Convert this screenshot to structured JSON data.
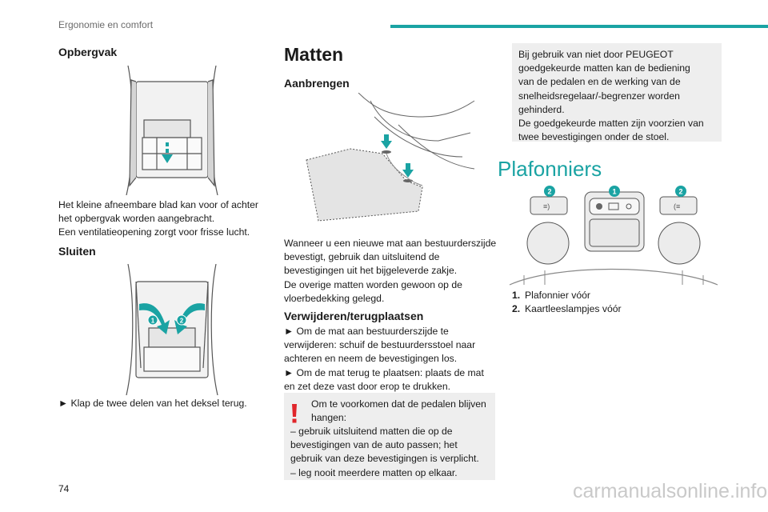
{
  "header": {
    "section": "Ergonomie en comfort",
    "accent": "#1aa3a3"
  },
  "col1": {
    "opbergvak_title": "Opbergvak",
    "opbergvak_text": [
      "Het kleine afneembare blad kan voor of achter",
      "het opbergvak worden aangebracht.",
      "Een ventilatieopening zorgt voor frisse lucht."
    ],
    "sluiten_title": "Sluiten",
    "sluiten_step": "► Klap de twee delen van het deksel terug.",
    "fig_labels": [
      "1",
      "2"
    ]
  },
  "col2": {
    "matten_title": "Matten",
    "aanbrengen_title": "Aanbrengen",
    "aanbrengen_text": [
      "Wanneer u een nieuwe mat aan bestuurderszijde",
      "bevestigt, gebruik dan uitsluitend de",
      "bevestigingen uit het bijgeleverde zakje.",
      "De overige matten worden gewoon op de",
      "vloerbedekking gelegd."
    ],
    "verwijderen_title": "Verwijderen/terugplaatsen",
    "verwijderen_text": [
      "► Om de mat aan bestuurderszijde te",
      "verwijderen: schuif de bestuurdersstoel naar",
      "achteren en neem de bevestigingen los.",
      "► Om de mat terug te plaatsen: plaats de mat",
      "en zet deze vast door erop te drukken."
    ],
    "warning_text": [
      "Om te voorkomen dat de pedalen blijven",
      "hangen:",
      "– gebruik uitsluitend matten die op de",
      "bevestigingen van de auto passen; het",
      "gebruik van deze bevestigingen is verplicht.",
      "– leg nooit meerdere matten op elkaar."
    ],
    "warning_icon": "exclamation-icon",
    "warning_color": "#e0252a"
  },
  "col3": {
    "note_text": [
      "Bij gebruik van niet door PEUGEOT",
      "goedgekeurde matten kan de bediening",
      "van de pedalen en de werking van de",
      "snelheidsregelaar/-begrenzer worden",
      "gehinderd.",
      "De goedgekeurde matten zijn voorzien van",
      "twee bevestigingen onder de stoel."
    ],
    "plafonniers_title": "Plafonniers",
    "fig_labels": [
      "2",
      "1",
      "2"
    ],
    "list": [
      {
        "num": "1.",
        "label": "Plafonnier vóór"
      },
      {
        "num": "2.",
        "label": "Kaartleeslampjes vóór"
      }
    ]
  },
  "footer": {
    "page": "74",
    "watermark": "carmanualsonline.info"
  }
}
